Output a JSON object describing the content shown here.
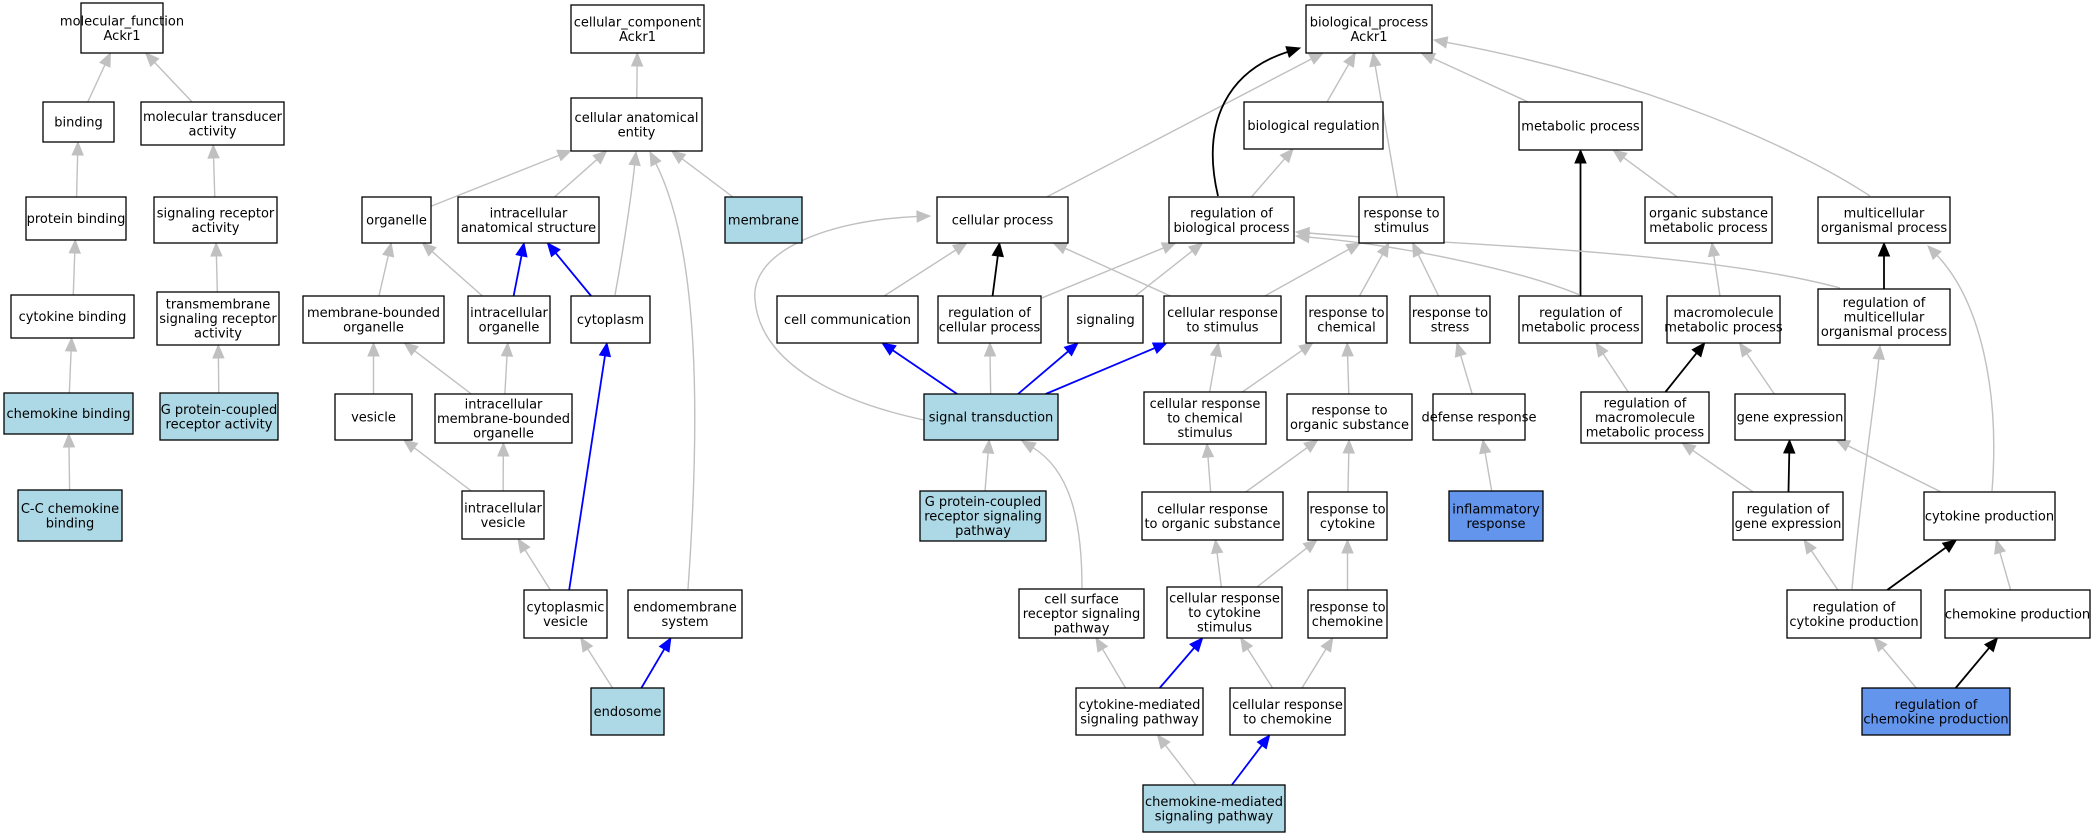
{
  "colors": {
    "node_default": "#ffffff",
    "node_light": "#add8e6",
    "node_highlight": "#6495ed",
    "edge_is_a": "#c0c0c0",
    "edge_part_of": "#0000ff",
    "edge_regulates": "#000000"
  },
  "nodes": [
    {
      "id": "mf",
      "lines": [
        "molecular_function",
        "Ackr1"
      ],
      "fill": "white"
    },
    {
      "id": "binding",
      "lines": [
        "binding"
      ],
      "fill": "white"
    },
    {
      "id": "mta",
      "lines": [
        "molecular transducer",
        "activity"
      ],
      "fill": "white"
    },
    {
      "id": "pb",
      "lines": [
        "protein binding"
      ],
      "fill": "white"
    },
    {
      "id": "sra",
      "lines": [
        "signaling receptor",
        "activity"
      ],
      "fill": "white"
    },
    {
      "id": "cb",
      "lines": [
        "cytokine binding"
      ],
      "fill": "white"
    },
    {
      "id": "tsra",
      "lines": [
        "transmembrane",
        "signaling receptor",
        "activity"
      ],
      "fill": "white"
    },
    {
      "id": "chb",
      "lines": [
        "chemokine binding"
      ],
      "fill": "light"
    },
    {
      "id": "gpcra",
      "lines": [
        "G protein-coupled",
        "receptor activity"
      ],
      "fill": "light"
    },
    {
      "id": "ccb",
      "lines": [
        "C-C chemokine",
        "binding"
      ],
      "fill": "light"
    },
    {
      "id": "cc",
      "lines": [
        "cellular_component",
        "Ackr1"
      ],
      "fill": "white"
    },
    {
      "id": "cae",
      "lines": [
        "cellular anatomical",
        "entity"
      ],
      "fill": "white"
    },
    {
      "id": "org",
      "lines": [
        "organelle"
      ],
      "fill": "white"
    },
    {
      "id": "ias",
      "lines": [
        "intracellular",
        "anatomical structure"
      ],
      "fill": "white"
    },
    {
      "id": "mem",
      "lines": [
        "membrane"
      ],
      "fill": "light"
    },
    {
      "id": "mbo",
      "lines": [
        "membrane-bounded",
        "organelle"
      ],
      "fill": "white"
    },
    {
      "id": "io",
      "lines": [
        "intracellular",
        "organelle"
      ],
      "fill": "white"
    },
    {
      "id": "cyt",
      "lines": [
        "cytoplasm"
      ],
      "fill": "white"
    },
    {
      "id": "ves",
      "lines": [
        "vesicle"
      ],
      "fill": "white"
    },
    {
      "id": "imbo",
      "lines": [
        "intracellular",
        "membrane-bounded",
        "organelle"
      ],
      "fill": "white"
    },
    {
      "id": "iv",
      "lines": [
        "intracellular",
        "vesicle"
      ],
      "fill": "white"
    },
    {
      "id": "cv",
      "lines": [
        "cytoplasmic",
        "vesicle"
      ],
      "fill": "white"
    },
    {
      "id": "ems",
      "lines": [
        "endomembrane",
        "system"
      ],
      "fill": "white"
    },
    {
      "id": "endo",
      "lines": [
        "endosome"
      ],
      "fill": "light"
    },
    {
      "id": "bp",
      "lines": [
        "biological_process",
        "Ackr1"
      ],
      "fill": "white"
    },
    {
      "id": "bioreg",
      "lines": [
        "biological regulation"
      ],
      "fill": "white"
    },
    {
      "id": "metab",
      "lines": [
        "metabolic process"
      ],
      "fill": "white"
    },
    {
      "id": "cellp",
      "lines": [
        "cellular process"
      ],
      "fill": "white"
    },
    {
      "id": "regbp",
      "lines": [
        "regulation of",
        "biological process"
      ],
      "fill": "white"
    },
    {
      "id": "rts",
      "lines": [
        "response to",
        "stimulus"
      ],
      "fill": "white"
    },
    {
      "id": "osmp",
      "lines": [
        "organic substance",
        "metabolic process"
      ],
      "fill": "white"
    },
    {
      "id": "mop",
      "lines": [
        "multicellular",
        "organismal process"
      ],
      "fill": "white"
    },
    {
      "id": "ccom",
      "lines": [
        "cell communication"
      ],
      "fill": "white"
    },
    {
      "id": "regcp",
      "lines": [
        "regulation of",
        "cellular process"
      ],
      "fill": "white"
    },
    {
      "id": "sig",
      "lines": [
        "signaling"
      ],
      "fill": "white"
    },
    {
      "id": "crs",
      "lines": [
        "cellular response",
        "to stimulus"
      ],
      "fill": "white"
    },
    {
      "id": "rtc",
      "lines": [
        "response to",
        "chemical"
      ],
      "fill": "white"
    },
    {
      "id": "rtstress",
      "lines": [
        "response to",
        "stress"
      ],
      "fill": "white"
    },
    {
      "id": "regmp",
      "lines": [
        "regulation of",
        "metabolic process"
      ],
      "fill": "white"
    },
    {
      "id": "mmp",
      "lines": [
        "macromolecule",
        "metabolic process"
      ],
      "fill": "white"
    },
    {
      "id": "regmop",
      "lines": [
        "regulation of",
        "multicellular",
        "organismal process"
      ],
      "fill": "white"
    },
    {
      "id": "st",
      "lines": [
        "signal transduction"
      ],
      "fill": "light"
    },
    {
      "id": "crcs",
      "lines": [
        "cellular response",
        "to chemical",
        "stimulus"
      ],
      "fill": "white"
    },
    {
      "id": "rtos",
      "lines": [
        "response to",
        "organic substance"
      ],
      "fill": "white"
    },
    {
      "id": "defr",
      "lines": [
        "defense response"
      ],
      "fill": "white"
    },
    {
      "id": "regmmp",
      "lines": [
        "regulation of",
        "macromolecule",
        "metabolic process"
      ],
      "fill": "white"
    },
    {
      "id": "ge",
      "lines": [
        "gene expression"
      ],
      "fill": "white"
    },
    {
      "id": "gpcrsp",
      "lines": [
        "G protein-coupled",
        "receptor signaling",
        "pathway"
      ],
      "fill": "light"
    },
    {
      "id": "cros",
      "lines": [
        "cellular response",
        "to organic substance"
      ],
      "fill": "white"
    },
    {
      "id": "rtcyt",
      "lines": [
        "response to",
        "cytokine"
      ],
      "fill": "white"
    },
    {
      "id": "infl",
      "lines": [
        "inflammatory",
        "response"
      ],
      "fill": "highlight"
    },
    {
      "id": "regge",
      "lines": [
        "regulation of",
        "gene expression"
      ],
      "fill": "white"
    },
    {
      "id": "cytp",
      "lines": [
        "cytokine production"
      ],
      "fill": "white"
    },
    {
      "id": "csrsp",
      "lines": [
        "cell surface",
        "receptor signaling",
        "pathway"
      ],
      "fill": "white"
    },
    {
      "id": "crcyt",
      "lines": [
        "cellular response",
        "to cytokine",
        "stimulus"
      ],
      "fill": "white"
    },
    {
      "id": "rtchem",
      "lines": [
        "response to",
        "chemokine"
      ],
      "fill": "white"
    },
    {
      "id": "regcytp",
      "lines": [
        "regulation of",
        "cytokine production"
      ],
      "fill": "white"
    },
    {
      "id": "chemp",
      "lines": [
        "chemokine production"
      ],
      "fill": "white"
    },
    {
      "id": "cmsp",
      "lines": [
        "cytokine-mediated",
        "signaling pathway"
      ],
      "fill": "white"
    },
    {
      "id": "crchem",
      "lines": [
        "cellular response",
        "to chemokine"
      ],
      "fill": "white"
    },
    {
      "id": "regchemp",
      "lines": [
        "regulation of",
        "chemokine production"
      ],
      "fill": "highlight"
    },
    {
      "id": "chemsp",
      "lines": [
        "chemokine-mediated",
        "signaling pathway"
      ],
      "fill": "light"
    }
  ],
  "edges": [
    {
      "from": "binding",
      "to": "mf",
      "type": "is_a"
    },
    {
      "from": "mta",
      "to": "mf",
      "type": "is_a"
    },
    {
      "from": "pb",
      "to": "binding",
      "type": "is_a"
    },
    {
      "from": "sra",
      "to": "mta",
      "type": "is_a"
    },
    {
      "from": "cb",
      "to": "pb",
      "type": "is_a"
    },
    {
      "from": "tsra",
      "to": "sra",
      "type": "is_a"
    },
    {
      "from": "chb",
      "to": "cb",
      "type": "is_a"
    },
    {
      "from": "gpcra",
      "to": "tsra",
      "type": "is_a"
    },
    {
      "from": "ccb",
      "to": "chb",
      "type": "is_a"
    },
    {
      "from": "cae",
      "to": "cc",
      "type": "is_a"
    },
    {
      "from": "org",
      "to": "cae",
      "type": "is_a"
    },
    {
      "from": "ias",
      "to": "cae",
      "type": "is_a"
    },
    {
      "from": "mem",
      "to": "cae",
      "type": "is_a"
    },
    {
      "from": "cyt",
      "to": "cae",
      "type": "is_a"
    },
    {
      "from": "ems",
      "to": "cae",
      "type": "is_a"
    },
    {
      "from": "mbo",
      "to": "org",
      "type": "is_a"
    },
    {
      "from": "io",
      "to": "org",
      "type": "is_a"
    },
    {
      "from": "io",
      "to": "ias",
      "type": "part_of"
    },
    {
      "from": "cyt",
      "to": "ias",
      "type": "part_of"
    },
    {
      "from": "ves",
      "to": "mbo",
      "type": "is_a"
    },
    {
      "from": "imbo",
      "to": "mbo",
      "type": "is_a"
    },
    {
      "from": "imbo",
      "to": "io",
      "type": "is_a"
    },
    {
      "from": "iv",
      "to": "ves",
      "type": "is_a"
    },
    {
      "from": "iv",
      "to": "imbo",
      "type": "is_a"
    },
    {
      "from": "cv",
      "to": "iv",
      "type": "is_a"
    },
    {
      "from": "cv",
      "to": "cyt",
      "type": "part_of"
    },
    {
      "from": "endo",
      "to": "cv",
      "type": "is_a"
    },
    {
      "from": "endo",
      "to": "ems",
      "type": "part_of"
    },
    {
      "from": "cellp",
      "to": "bp",
      "type": "is_a"
    },
    {
      "from": "bioreg",
      "to": "bp",
      "type": "is_a"
    },
    {
      "from": "regbp",
      "to": "bp",
      "type": "regulates"
    },
    {
      "from": "rts",
      "to": "bp",
      "type": "is_a"
    },
    {
      "from": "metab",
      "to": "bp",
      "type": "is_a"
    },
    {
      "from": "mop",
      "to": "bp",
      "type": "is_a"
    },
    {
      "from": "regbp",
      "to": "bioreg",
      "type": "is_a"
    },
    {
      "from": "osmp",
      "to": "metab",
      "type": "is_a"
    },
    {
      "from": "regmp",
      "to": "metab",
      "type": "regulates"
    },
    {
      "from": "ccom",
      "to": "cellp",
      "type": "is_a"
    },
    {
      "from": "regcp",
      "to": "cellp",
      "type": "regulates"
    },
    {
      "from": "crs",
      "to": "cellp",
      "type": "is_a"
    },
    {
      "from": "st",
      "to": "cellp",
      "type": "is_a"
    },
    {
      "from": "regcp",
      "to": "regbp",
      "type": "is_a"
    },
    {
      "from": "sig",
      "to": "regbp",
      "type": "is_a"
    },
    {
      "from": "regmp",
      "to": "regbp",
      "type": "is_a"
    },
    {
      "from": "regmop",
      "to": "regbp",
      "type": "is_a"
    },
    {
      "from": "crs",
      "to": "rts",
      "type": "is_a"
    },
    {
      "from": "rtc",
      "to": "rts",
      "type": "is_a"
    },
    {
      "from": "rtstress",
      "to": "rts",
      "type": "is_a"
    },
    {
      "from": "mmp",
      "to": "osmp",
      "type": "is_a"
    },
    {
      "from": "regmop",
      "to": "mop",
      "type": "regulates"
    },
    {
      "from": "cytp",
      "to": "mop",
      "type": "is_a"
    },
    {
      "from": "st",
      "to": "ccom",
      "type": "part_of"
    },
    {
      "from": "st",
      "to": "regcp",
      "type": "is_a"
    },
    {
      "from": "st",
      "to": "sig",
      "type": "part_of"
    },
    {
      "from": "st",
      "to": "crs",
      "type": "part_of"
    },
    {
      "from": "crcs",
      "to": "crs",
      "type": "is_a"
    },
    {
      "from": "crcs",
      "to": "rtc",
      "type": "is_a"
    },
    {
      "from": "rtos",
      "to": "rtc",
      "type": "is_a"
    },
    {
      "from": "defr",
      "to": "rtstress",
      "type": "is_a"
    },
    {
      "from": "regmmp",
      "to": "regmp",
      "type": "is_a"
    },
    {
      "from": "regmmp",
      "to": "mmp",
      "type": "regulates"
    },
    {
      "from": "ge",
      "to": "mmp",
      "type": "is_a"
    },
    {
      "from": "regcytp",
      "to": "regmop",
      "type": "is_a"
    },
    {
      "from": "gpcrsp",
      "to": "st",
      "type": "is_a"
    },
    {
      "from": "csrsp",
      "to": "st",
      "type": "is_a"
    },
    {
      "from": "cros",
      "to": "crcs",
      "type": "is_a"
    },
    {
      "from": "cros",
      "to": "rtos",
      "type": "is_a"
    },
    {
      "from": "rtcyt",
      "to": "rtos",
      "type": "is_a"
    },
    {
      "from": "infl",
      "to": "defr",
      "type": "is_a"
    },
    {
      "from": "regge",
      "to": "regmmp",
      "type": "is_a"
    },
    {
      "from": "regge",
      "to": "ge",
      "type": "regulates"
    },
    {
      "from": "cytp",
      "to": "ge",
      "type": "is_a"
    },
    {
      "from": "crcyt",
      "to": "cros",
      "type": "is_a"
    },
    {
      "from": "crcyt",
      "to": "rtcyt",
      "type": "is_a"
    },
    {
      "from": "rtchem",
      "to": "rtcyt",
      "type": "is_a"
    },
    {
      "from": "regcytp",
      "to": "regge",
      "type": "is_a"
    },
    {
      "from": "regcytp",
      "to": "cytp",
      "type": "regulates"
    },
    {
      "from": "chemp",
      "to": "cytp",
      "type": "is_a"
    },
    {
      "from": "cmsp",
      "to": "csrsp",
      "type": "is_a"
    },
    {
      "from": "cmsp",
      "to": "crcyt",
      "type": "part_of"
    },
    {
      "from": "crchem",
      "to": "crcyt",
      "type": "is_a"
    },
    {
      "from": "crchem",
      "to": "rtchem",
      "type": "is_a"
    },
    {
      "from": "regchemp",
      "to": "regcytp",
      "type": "is_a"
    },
    {
      "from": "regchemp",
      "to": "chemp",
      "type": "regulates"
    },
    {
      "from": "chemsp",
      "to": "cmsp",
      "type": "is_a"
    },
    {
      "from": "chemsp",
      "to": "crchem",
      "type": "part_of"
    }
  ]
}
